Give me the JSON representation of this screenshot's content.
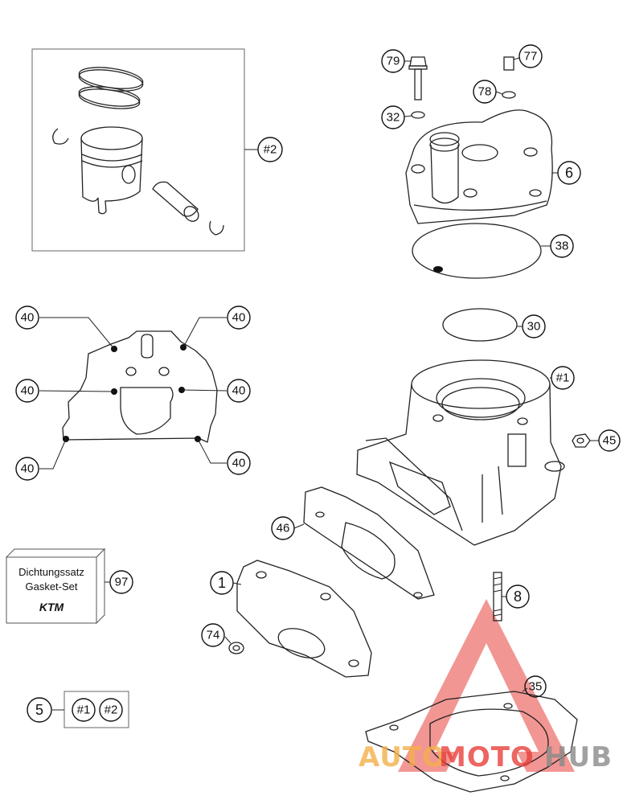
{
  "diagram": {
    "callouts": {
      "c2": "#2",
      "c79": "79",
      "c77": "77",
      "c78": "78",
      "c32": "32",
      "c6": "6",
      "c38": "38",
      "c40a": "40",
      "c40b": "40",
      "c40c": "40",
      "c40d": "40",
      "c40e": "40",
      "c40f": "40",
      "c30": "30",
      "c1hash": "#1",
      "c45": "45",
      "c46": "46",
      "c97": "97",
      "c1": "1",
      "c8": "8",
      "c74": "74",
      "c35": "35",
      "c5": "5",
      "c5a": "#1",
      "c5b": "#2"
    },
    "gasket_box": {
      "line1": "Dichtungssatz",
      "line2": "Gasket-Set",
      "logo": "KTM"
    }
  },
  "watermark": {
    "text_a": "AUTO",
    "text_b": "MOTO",
    "text_c": "HUB",
    "colors": {
      "orange": "#f5b04a",
      "red": "#e8413c",
      "grey": "#8a8a8a"
    }
  }
}
